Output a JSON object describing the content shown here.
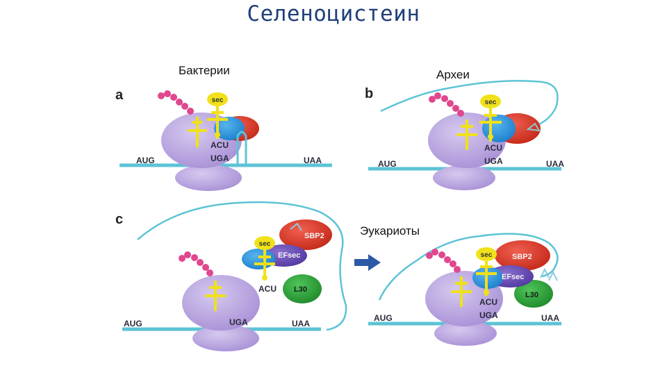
{
  "title": "Селеноцистеин",
  "labels": {
    "bacteria": "Бактерии",
    "archaea": "Археи",
    "eukaryotes": "Эукариоты"
  },
  "panels": {
    "a": {
      "letter": "a",
      "aug": "AUG",
      "uaa": "UAA",
      "uga": "UGA",
      "acu": "ACU",
      "sec": "sec"
    },
    "b": {
      "letter": "b",
      "aug": "AUG",
      "uaa": "UAA",
      "uga": "UGA",
      "acu": "ACU",
      "sec": "sec"
    },
    "c1": {
      "letter": "c",
      "aug": "AUG",
      "uaa": "UAA",
      "uga": "UGA",
      "acu": "ACU",
      "sec": "sec",
      "sbp2": "SBP2",
      "efsec": "EFsec",
      "l30": "L30"
    },
    "c2": {
      "aug": "AUG",
      "uaa": "UAA",
      "uga": "UGA",
      "acu": "ACU",
      "sec": "sec",
      "sbp2": "SBP2",
      "efsec": "EFsec",
      "l30": "L30"
    }
  },
  "colors": {
    "ribosome": "#b9a6dc",
    "mrna": "#5cc3d6",
    "trna": "#f0e11a",
    "peptide": "#e0478e",
    "efsec_blue": "#2c8fd6",
    "efsec_red": "#d83a2a",
    "sbp2": "#dd3a2c",
    "efsec_euk": "#6a4fb8",
    "l30": "#2ea23a",
    "arrow": "#2d5aa6"
  },
  "icons": {
    "transition_arrow": "arrow-right-icon"
  }
}
